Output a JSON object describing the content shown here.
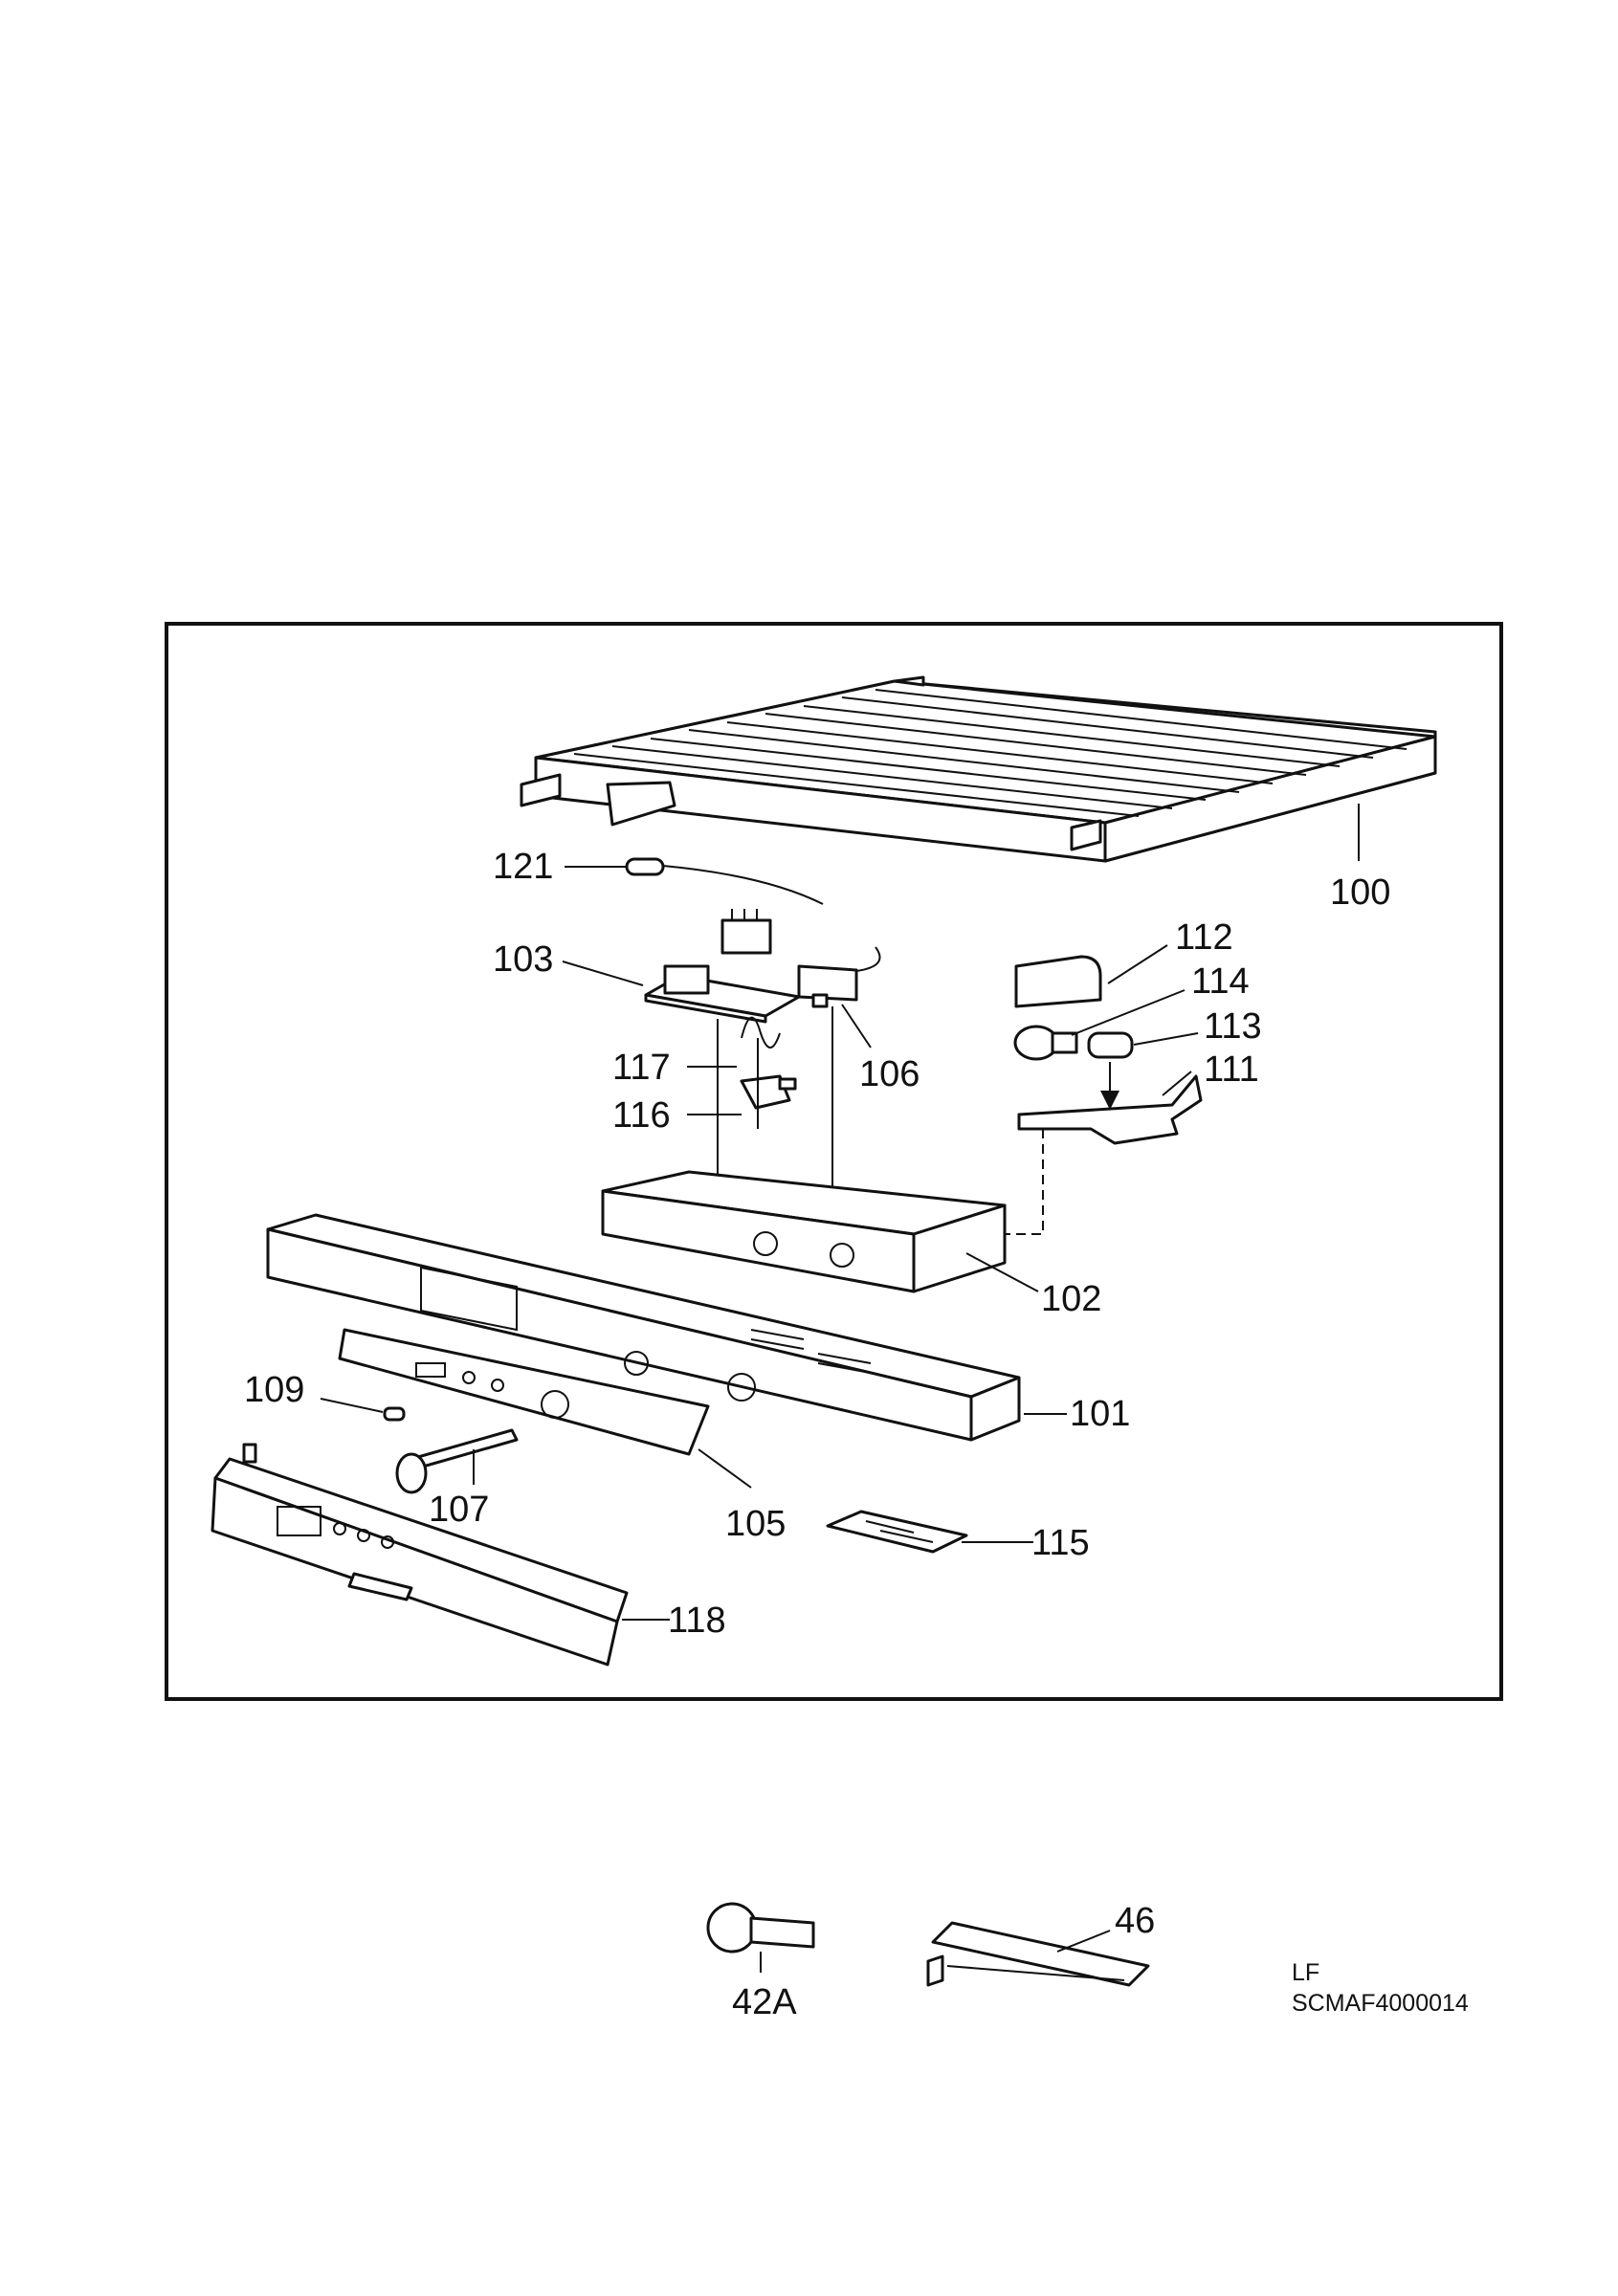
{
  "parts": [
    {
      "id": "p100",
      "label": "100",
      "name": "shelf"
    },
    {
      "id": "p121",
      "label": "121",
      "name": "sensor-probe"
    },
    {
      "id": "p103",
      "label": "103",
      "name": "electronic-board"
    },
    {
      "id": "p106",
      "label": "106",
      "name": "thermostat"
    },
    {
      "id": "p112",
      "label": "112",
      "name": "lamp-cover"
    },
    {
      "id": "p114",
      "label": "114",
      "name": "lamp-bulb"
    },
    {
      "id": "p113",
      "label": "113",
      "name": "lamp-holder"
    },
    {
      "id": "p111",
      "label": "111",
      "name": "lamp-housing"
    },
    {
      "id": "p117",
      "label": "117",
      "name": "spring-clip"
    },
    {
      "id": "p116",
      "label": "116",
      "name": "switch"
    },
    {
      "id": "p102",
      "label": "102",
      "name": "control-housing"
    },
    {
      "id": "p101",
      "label": "101",
      "name": "control-panel"
    },
    {
      "id": "p109",
      "label": "109",
      "name": "led"
    },
    {
      "id": "p107",
      "label": "107",
      "name": "knob-shaft"
    },
    {
      "id": "p105",
      "label": "105",
      "name": "panel-insert"
    },
    {
      "id": "p115",
      "label": "115",
      "name": "filter-cover"
    },
    {
      "id": "p118",
      "label": "118",
      "name": "front-fascia"
    },
    {
      "id": "p42A",
      "label": "42A",
      "name": "handle-knob"
    },
    {
      "id": "p46",
      "label": "46",
      "name": "bracket"
    }
  ],
  "footer": {
    "line1": "LF",
    "line2": "SCMAF4000014"
  }
}
